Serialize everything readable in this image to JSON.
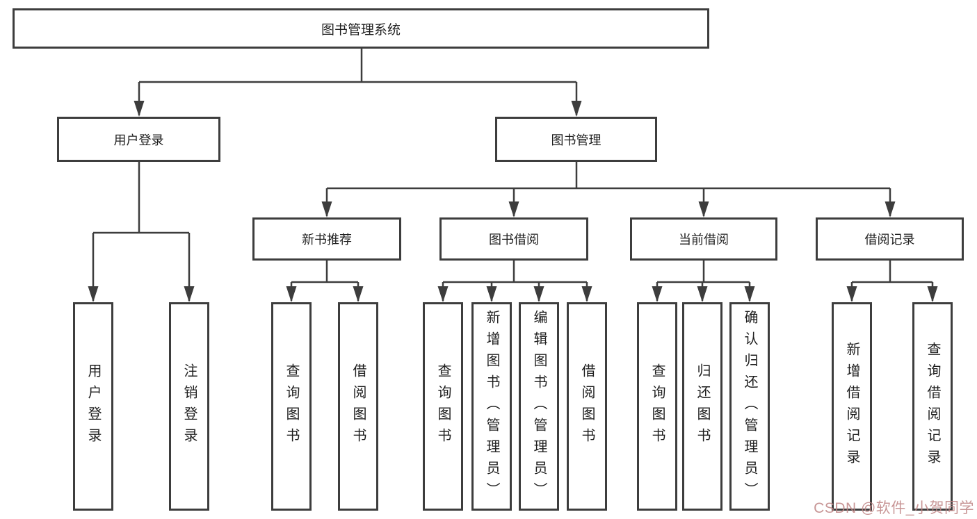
{
  "tree": {
    "root": {
      "label": "图书管理系统",
      "children": [
        {
          "label": "用户登录",
          "children": [
            {
              "label": "用户登录"
            },
            {
              "label": "注销登录"
            }
          ]
        },
        {
          "label": "图书管理",
          "children": [
            {
              "label": "新书推荐",
              "children": [
                {
                  "label": "查询图书"
                },
                {
                  "label": "借阅图书"
                }
              ]
            },
            {
              "label": "图书借阅",
              "children": [
                {
                  "label": "查询图书"
                },
                {
                  "label": "新增图书（管理员）"
                },
                {
                  "label": "编辑图书（管理员）"
                },
                {
                  "label": "借阅图书"
                }
              ]
            },
            {
              "label": "当前借阅",
              "children": [
                {
                  "label": "查询图书"
                },
                {
                  "label": "归还图书"
                },
                {
                  "label": "确认归还（管理员）"
                }
              ]
            },
            {
              "label": "借阅记录",
              "children": [
                {
                  "label": "新增借阅记录"
                },
                {
                  "label": "查询借阅记录"
                }
              ]
            }
          ]
        }
      ]
    }
  },
  "watermark": {
    "text": "CSDN @软件_小贺同学"
  },
  "colors": {
    "line": "#3d3d3d",
    "box_border": "#3d3d3d",
    "text": "#1f1f1f",
    "watermark": "#be8484",
    "background": "#ffffff"
  }
}
